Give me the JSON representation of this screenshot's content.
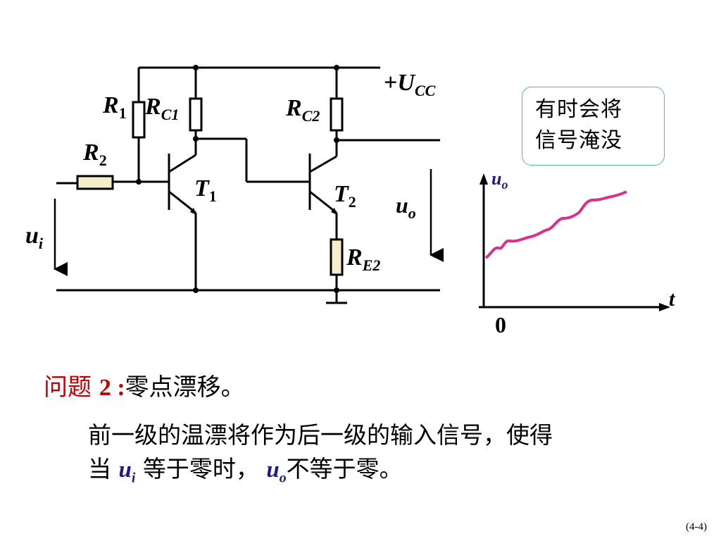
{
  "circuit": {
    "r1_label": "R",
    "r1_sub": "1",
    "rc1_label": "R",
    "rc1_sub": "C1",
    "rc2_label": "R",
    "rc2_sub": "C2",
    "r2_label": "R",
    "r2_sub": "2",
    "t1_label": "T",
    "t1_sub": "1",
    "t2_label": "T",
    "t2_sub": "2",
    "re2_label": "R",
    "re2_sub": "E2",
    "ucc_plus": "+",
    "ucc_label": "U",
    "ucc_sub": "CC",
    "ui_label": "u",
    "ui_sub": "i",
    "uo_label": "u",
    "uo_sub": "o"
  },
  "graph": {
    "y_label": "u",
    "y_sub": "o",
    "x_label": "t",
    "origin_label": "0",
    "curve_color": "#d6338c"
  },
  "callout": {
    "line1": "有时会将",
    "line2": "信号淹没"
  },
  "question": {
    "prefix": "问题",
    "number": "2 :",
    "title": "零点漂移。"
  },
  "paragraph": {
    "line1": "前一级的温漂将作为后一级的输入信号，使得",
    "line2_a": "当 ",
    "ui_var": "u",
    "ui_sub": "i",
    "line2_b": " 等于零时，  ",
    "uo_var": "u",
    "uo_sub": "o",
    "line2_c": "不等于零。"
  },
  "page_number": "(4-4)"
}
